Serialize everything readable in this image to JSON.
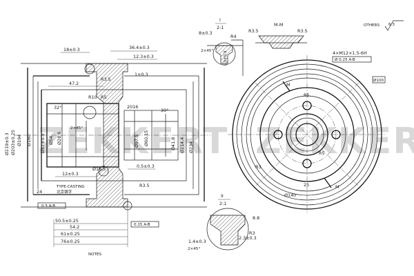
{
  "title_block": {
    "others": "OTHERS",
    "roughness": "6.3"
  },
  "watermark": {
    "brand": "ZEKKERT"
  },
  "section_view": {
    "widths": [
      "18±0.3",
      "36.4±0.3",
      "12.3±0.3",
      "1±0.3",
      "47.2"
    ],
    "radii": [
      "R3.5",
      "R10",
      "R5",
      "R3.5"
    ],
    "diameters": [
      "Ø219±0.3",
      "Ø203±0.25",
      "Ø194",
      "Ø160",
      "Ø57±0.5",
      "Ø54",
      "Ø28.6",
      "Ø18.5",
      "Ø97.5",
      "Ø60.15",
      "Ø41.8",
      "Ø214.4",
      "Ø234"
    ],
    "angles": [
      "30°",
      "32°",
      "2×45°"
    ],
    "misc": [
      "2016",
      "12±0.3",
      "0.5±0.3",
      "24",
      "TYPE-CASTING",
      "北京铸字"
    ],
    "bottom_dims": [
      "50.5±0.25",
      "54.2",
      "61±0.25",
      "76±0.25"
    ],
    "gdt": [
      "0.5 A-B",
      "0.15 A-B"
    ],
    "notes": "NOTES"
  },
  "detail_top": {
    "scale_label": "I",
    "scale": "2:1",
    "dims": [
      "8±0.3",
      "R4",
      "2×45°",
      "1.3±0.3"
    ]
  },
  "section_mm": {
    "label": "M-M",
    "radii": [
      "R3.5",
      "R3.5"
    ]
  },
  "front_view": {
    "thread": "4×M12×1.5-6H",
    "position_tol": "Ø 0.25 A-B",
    "pcd": "Ø100",
    "labels": [
      "M",
      "M",
      "R5",
      "R5",
      "R3",
      "25"
    ],
    "bolt_circle": "Ø140"
  },
  "detail_bottom": {
    "scale_label": "II",
    "scale": "2:1",
    "dims": [
      "8.8",
      "1.4±0.3",
      "2.3±0.3",
      "R3",
      "2×45°"
    ]
  }
}
